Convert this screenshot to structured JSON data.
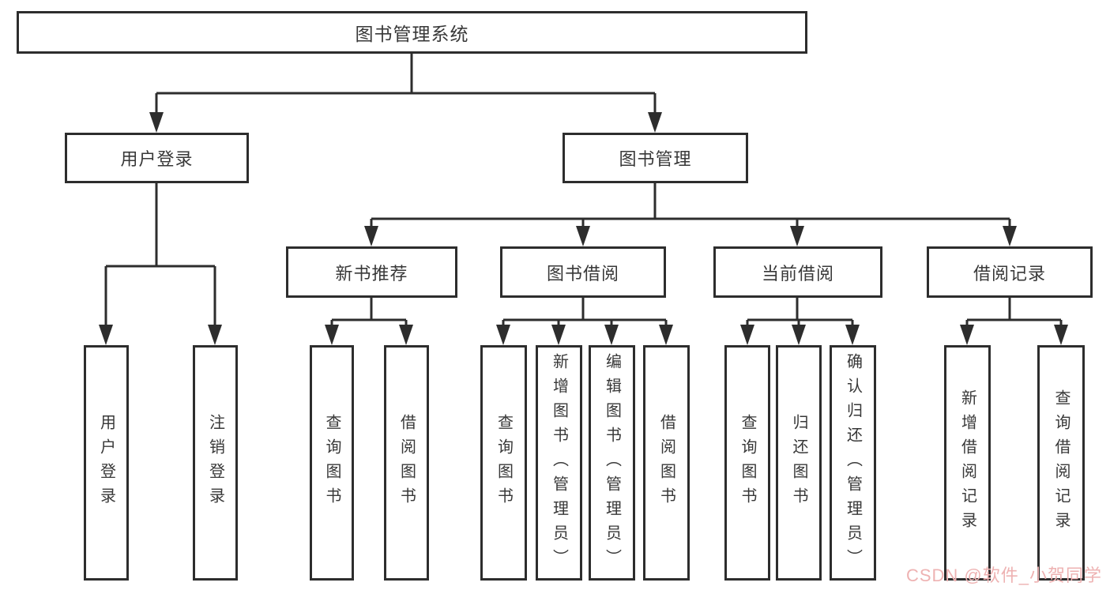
{
  "diagram_type": "hierarchy-tree",
  "colors": {
    "line": "#2d2d2d",
    "box_border": "#2d2d2d",
    "box_background": "#ffffff",
    "text": "#383838",
    "watermark": "#eeb2b2"
  },
  "nodes": {
    "root": "图书管理系统",
    "user_login": {
      "label": "用户登录",
      "children": [
        "用户登录",
        "注销登录"
      ]
    },
    "book_mgmt": {
      "label": "图书管理"
    },
    "new_books": {
      "label": "新书推荐",
      "children": [
        "查询图书",
        "借阅图书"
      ]
    },
    "book_borrow": {
      "label": "图书借阅",
      "children": [
        "查询图书",
        "新增图书（管理员）",
        "编辑图书（管理员）",
        "借阅图书"
      ]
    },
    "current_borrow": {
      "label": "当前借阅",
      "children": [
        "查询图书",
        "归还图书",
        "确认归还（管理员）"
      ]
    },
    "borrow_records": {
      "label": "借阅记录",
      "children": [
        "新增借阅记录",
        "查询借阅记录"
      ]
    }
  },
  "watermark": {
    "text": "CSDN @软件_小贺同学"
  }
}
